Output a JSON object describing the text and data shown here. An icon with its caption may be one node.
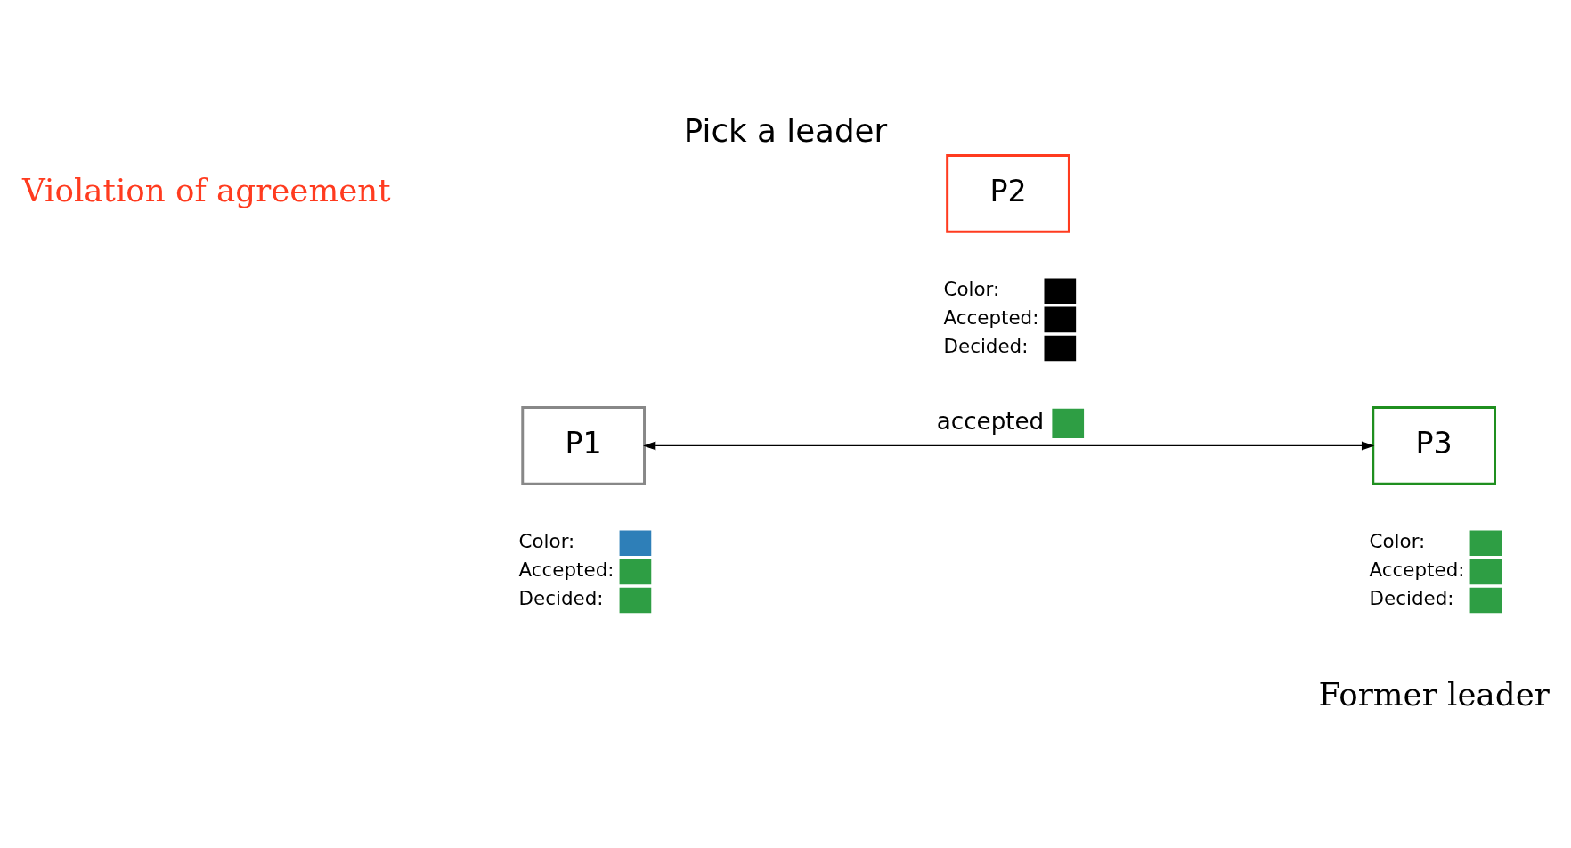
{
  "diagram": {
    "title": "Pick a leader",
    "nodes": [
      {
        "text": [
          "P2"
        ]
      },
      {
        "text": [
          "P1"
        ]
      },
      {
        "text": [
          "P3"
        ]
      }
    ],
    "edges": [
      {
        "from": 1,
        "to": 2,
        "arrow": "both",
        "label": "accepted"
      }
    ],
    "labels": [
      "Violation of agreement",
      "Former leader"
    ],
    "legend": [
      {
        "text": "Color:",
        "color": "#000000"
      },
      {
        "text": "Accepted:",
        "color": "#000000"
      },
      {
        "text": "Decided:",
        "color": "#000000"
      },
      {
        "text": "Color:",
        "color": "#2e7fb8"
      },
      {
        "text": "Accepted:",
        "color": "#2e9e44"
      },
      {
        "text": "Decided:",
        "color": "#2e9e44"
      },
      {
        "text": "Color:",
        "color": "#2e9e44"
      },
      {
        "text": "Accepted:",
        "color": "#2e9e44"
      },
      {
        "text": "Decided:",
        "color": "#2e9e44"
      }
    ]
  }
}
